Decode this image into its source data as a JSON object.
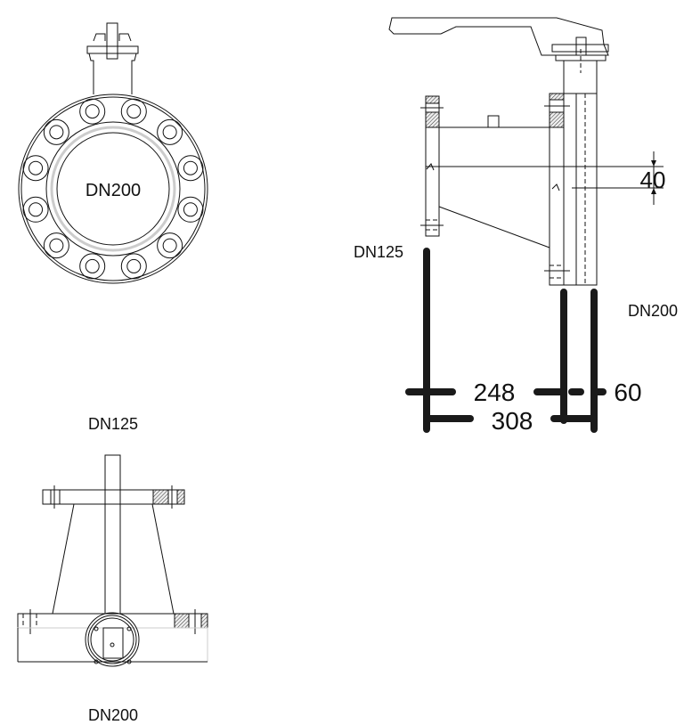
{
  "front_view": {
    "label": "DN200"
  },
  "side_view": {
    "inlet_label": "DN125",
    "outlet_label": "DN200",
    "offset_dimension": "40",
    "dimension_a": "248",
    "dimension_b": "60",
    "dimension_total": "308"
  },
  "top_view": {
    "inlet_label": "DN125",
    "outlet_label": "DN200"
  }
}
